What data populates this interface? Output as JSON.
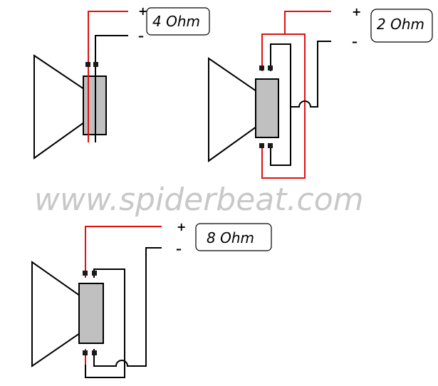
{
  "watermark": "www.spiderbeat.com",
  "colors": {
    "positive_wire": "#e01010",
    "negative_wire": "#000000",
    "magnet": "#c0c0c0",
    "terminal": "#1a1a1a",
    "watermark": "#c8c8c8"
  },
  "configurations": [
    {
      "label": "4 Ohm",
      "plus": "+",
      "minus": "–"
    },
    {
      "label": "2 Ohm",
      "plus": "+",
      "minus": "–"
    },
    {
      "label": "8 Ohm",
      "plus": "+",
      "minus": "–"
    }
  ]
}
